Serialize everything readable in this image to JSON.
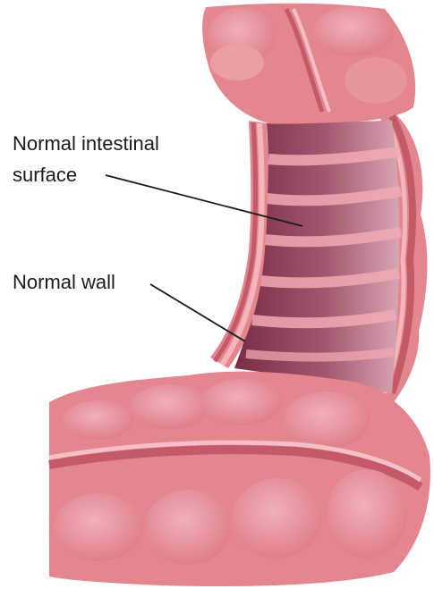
{
  "labels": {
    "surface_line1": "Normal intestinal",
    "surface_line2": "surface",
    "wall": "Normal wall"
  },
  "colors": {
    "outer_tissue": "#e4868f",
    "tissue_light": "#f0a7ad",
    "tissue_dark": "#c4596a",
    "lumen_dark": "#7a2c44",
    "lumen_mid": "#a85a72",
    "wall_band": "#f3b6bc",
    "leader_line": "#1a1a1a"
  }
}
